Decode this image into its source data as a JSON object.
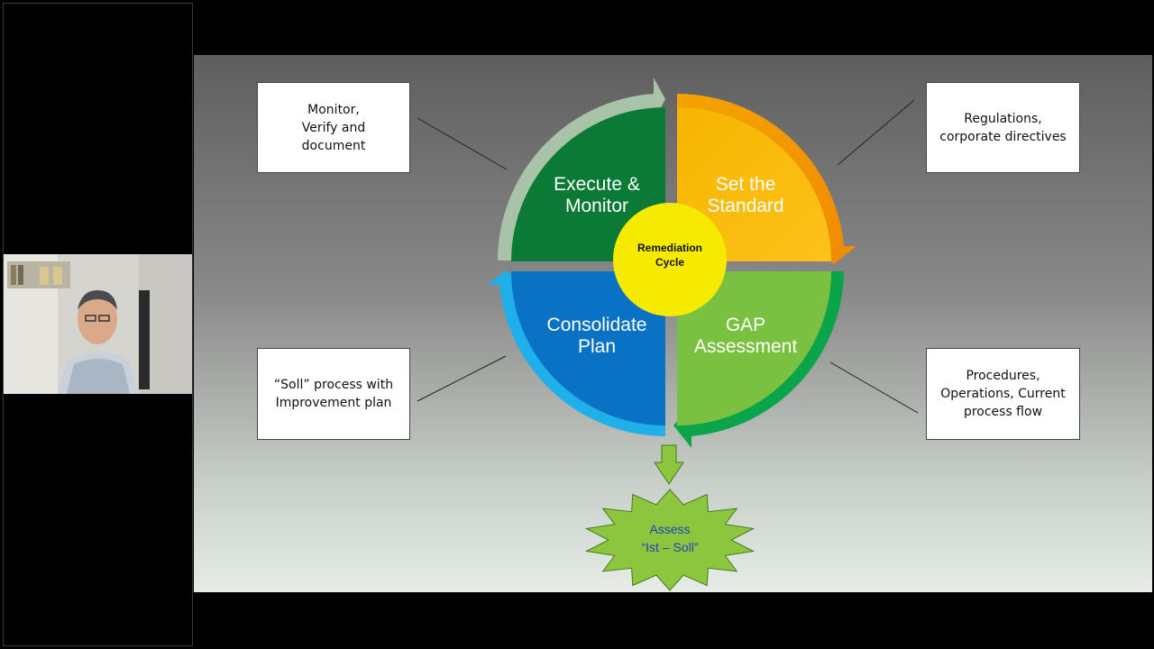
{
  "diagram": {
    "quadrants": [
      {
        "key": "execute",
        "line1": "Execute &",
        "line2": "Monitor",
        "color": "#0a7a36"
      },
      {
        "key": "standard",
        "line1": "Set the",
        "line2": "Standard",
        "color": "#f5b400"
      },
      {
        "key": "consolidate",
        "line1": "Consolidate",
        "line2": "Plan",
        "color": "#0a72c4"
      },
      {
        "key": "gap",
        "line1": "GAP",
        "line2": "Assessment",
        "color": "#7ac142"
      }
    ],
    "center": {
      "line1": "Remediation",
      "line2": "Cycle",
      "color": "#f5ea00"
    },
    "notes": {
      "top_left": "Monitor,\nVerify and\ndocument",
      "top_right": "Regulations,\ncorporate directives",
      "bottom_left": "“Soll” process with\nImprovement plan",
      "bottom_right": "Procedures,\nOperations, Current\nprocess flow"
    },
    "assess": {
      "line1": "Assess",
      "line2": "“Ist – Soll”",
      "fill": "#8cc63f",
      "text_color": "#1f3fbf"
    }
  },
  "webcam": {
    "icon": "presenter-video"
  }
}
